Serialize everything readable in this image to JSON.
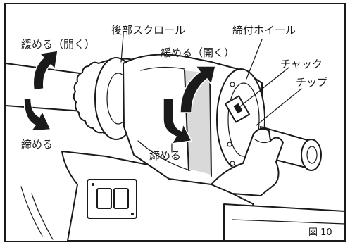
{
  "labels": {
    "loosen_left": "緩める（開く）",
    "rear_scroll": "後部スクロール",
    "tighten_wheel": "締付ホイール",
    "loosen_center": "緩める（開く）",
    "chuck": "チャック",
    "tip": "チップ",
    "tighten_left": "締める",
    "tighten_center": "締める"
  },
  "figure_label": "図 10"
}
